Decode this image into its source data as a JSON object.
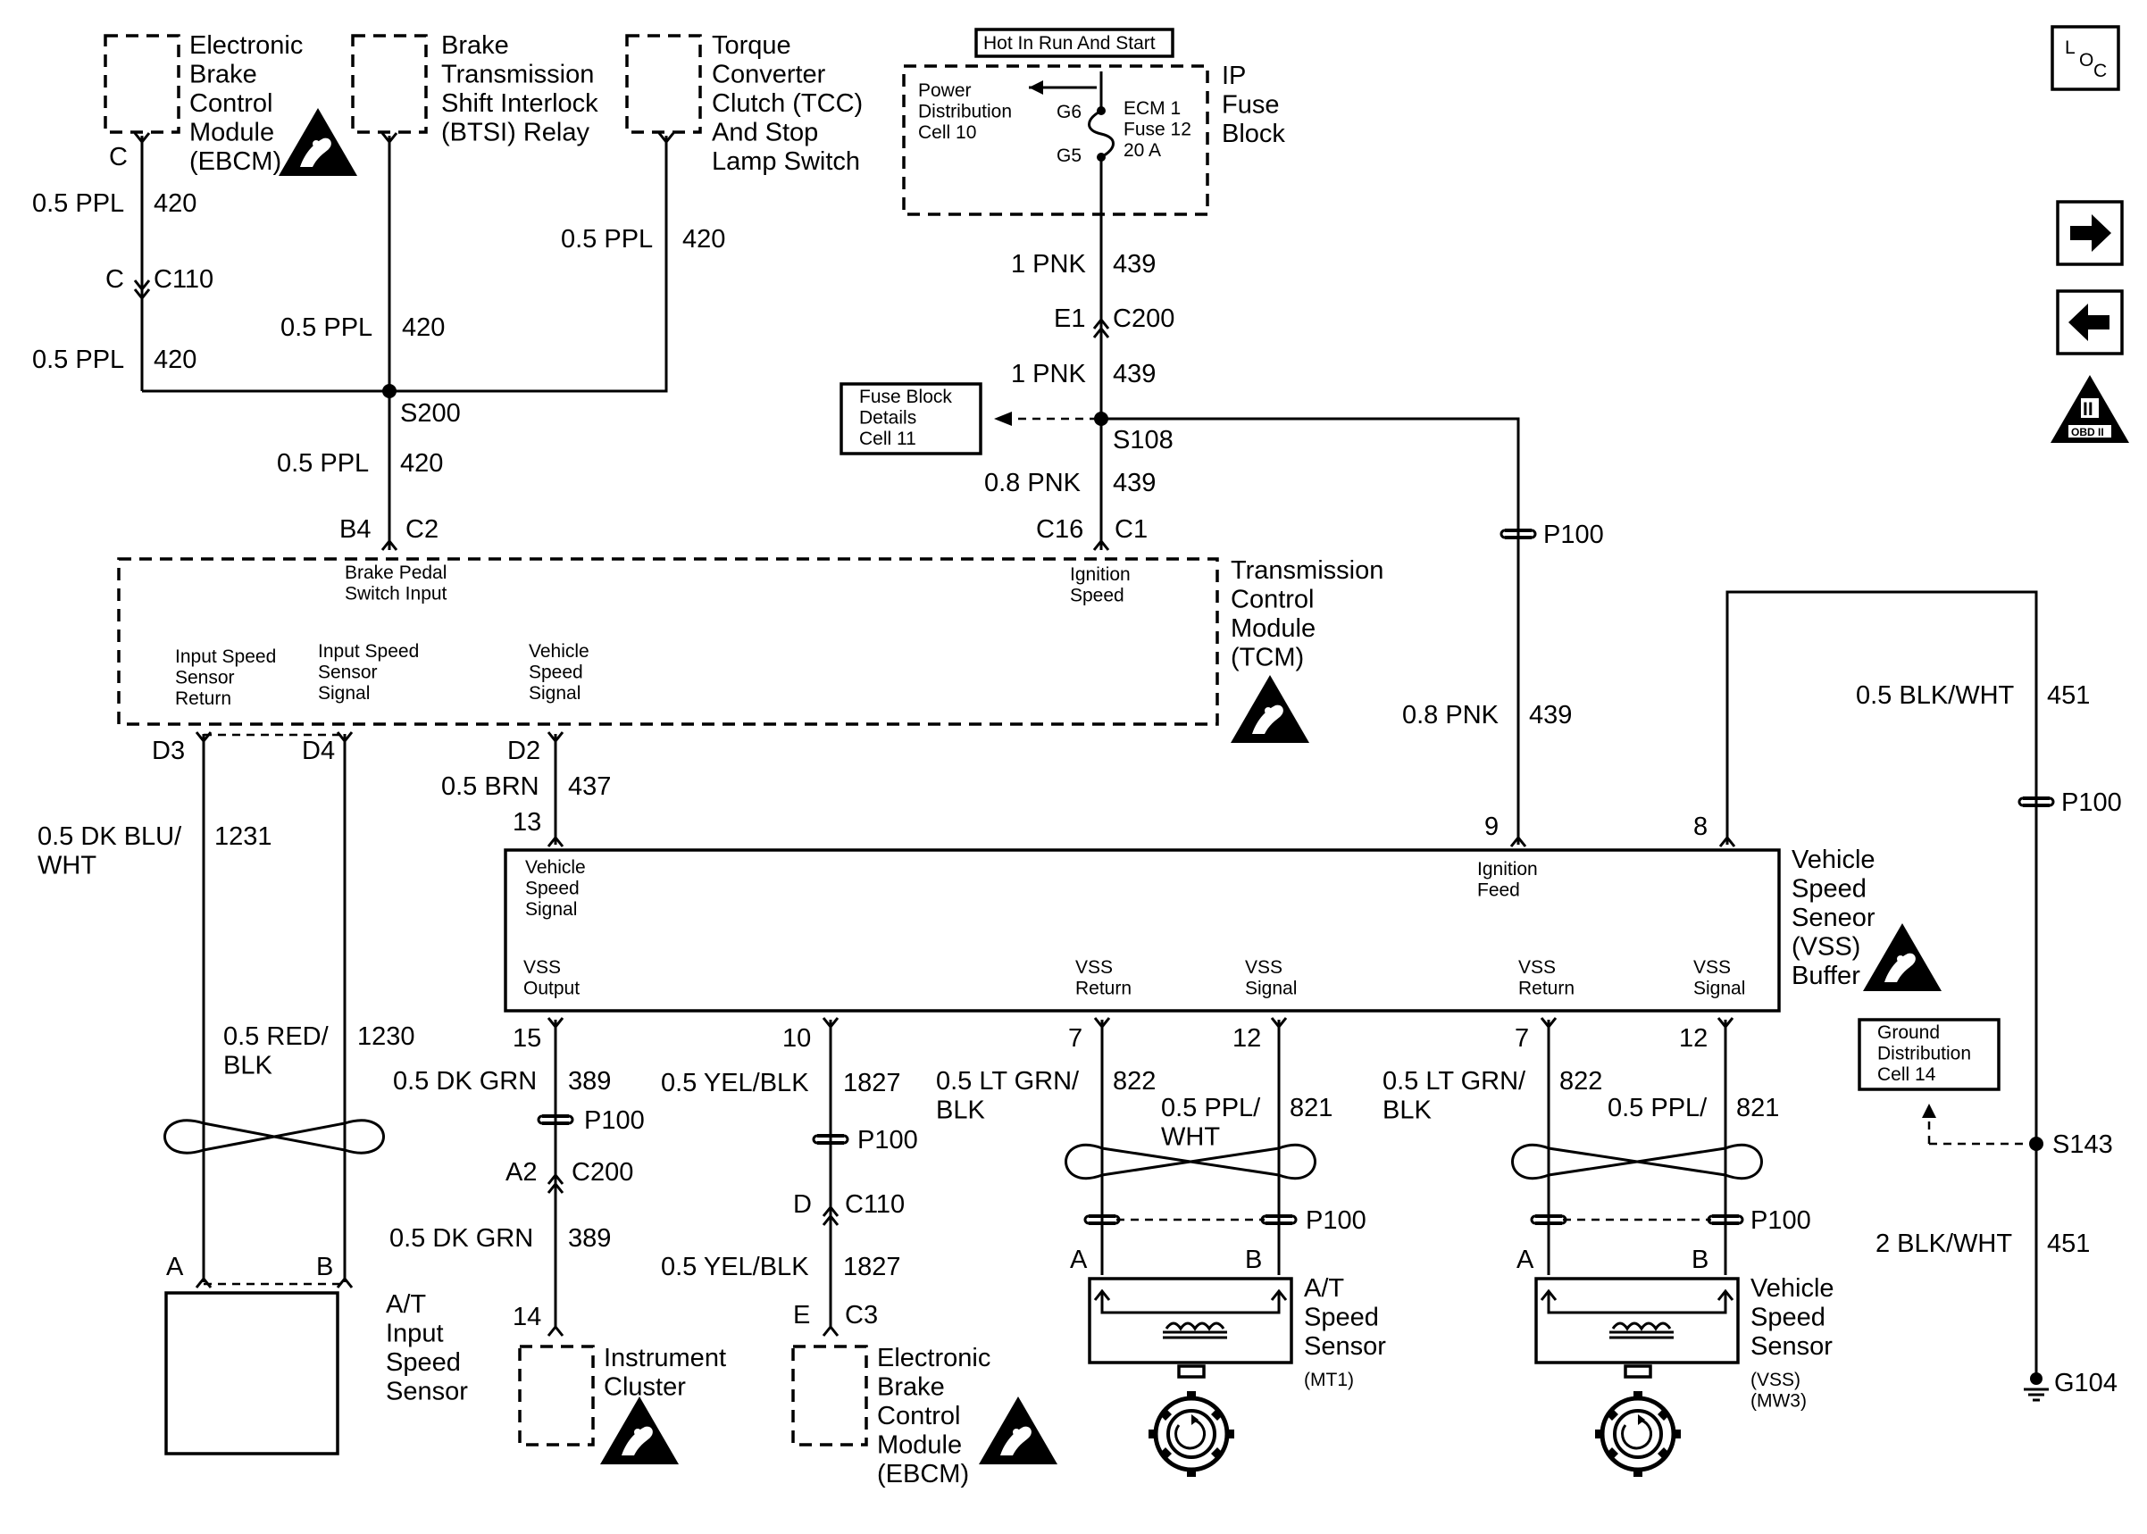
{
  "components": {
    "ebcm_top": "Electronic\nBrake\nControl\nModule\n(EBCM)",
    "btsi": "Brake\nTransmission\nShift Interlock\n(BTSI) Relay",
    "tcc": "Torque\nConverter\nClutch (TCC)\nAnd Stop\nLamp Switch",
    "ip_fuse_block": "IP\nFuse\nBlock",
    "hot_in_run": "Hot In Run And Start",
    "power_dist": "Power\nDistribution\nCell 10",
    "ecm_fuse": "ECM 1\nFuse 12\n20 A",
    "fuse_block_details": "Fuse Block\nDetails\nCell 11",
    "tcm": "Transmission\nControl\nModule\n(TCM)",
    "vss_buffer": "Vehicle\nSpeed\nSeneor\n(VSS)\nBuffer",
    "ground_dist": "Ground\nDistribution\nCell 14",
    "at_input": "A/T\nInput\nSpeed\nSensor",
    "instrument_cluster": "Instrument\nCluster",
    "ebcm_bottom": "Electronic\nBrake\nControl\nModule\n(EBCM)",
    "at_speed": "A/T\nSpeed\nSensor",
    "at_speed_code": "(MT1)",
    "vss_sensor": "Vehicle\nSpeed\nSensor",
    "vss_sensor_code": "(VSS)\n(MW3)"
  },
  "tcm_pins": {
    "brake_pedal": "Brake Pedal\nSwitch Input",
    "ignition": "Ignition\nSpeed",
    "input_return": "Input Speed\nSensor\nReturn",
    "input_signal": "Input Speed\nSensor\nSignal",
    "vehicle_speed": "Vehicle\nSpeed\nSignal"
  },
  "buffer_pins": {
    "vehicle_speed_signal": "Vehicle\nSpeed\nSignal",
    "ignition_feed": "Ignition\nFeed",
    "vss_output": "VSS\nOutput",
    "vss_return_1": "VSS\nReturn",
    "vss_signal_1": "VSS\nSignal",
    "vss_return_2": "VSS\nReturn",
    "vss_signal_2": "VSS\nSignal"
  },
  "wires": {
    "ppl_05": "0.5 PPL",
    "n420": "420",
    "pnk_1": "1 PNK",
    "pnk_08": "0.8 PNK",
    "n439": "439",
    "brn_05": "0.5 BRN",
    "n437": "437",
    "dkblu_05": "0.5 DK BLU/\nWHT",
    "n1231": "1231",
    "redblk_05": "0.5 RED/\nBLK",
    "n1230": "1230",
    "dkgrn_05": "0.5 DK GRN",
    "n389": "389",
    "yelblk_05": "0.5 YEL/BLK",
    "n1827": "1827",
    "ltgrn_05": "0.5 LT GRN/\nBLK",
    "n822": "822",
    "pplwht_05": "0.5 PPL/\nWHT",
    "ppl_slash_05": "0.5 PPL/",
    "n821": "821",
    "blkwht_05": "0.5 BLK/WHT",
    "blkwht_2": "2 BLK/WHT",
    "n451": "451"
  },
  "connectors": {
    "C": "C",
    "C110": "C110",
    "S200": "S200",
    "B4": "B4",
    "C2": "C2",
    "G6": "G6",
    "G5": "G5",
    "E1": "E1",
    "C200": "C200",
    "S108": "S108",
    "C16": "C16",
    "C1": "C1",
    "P100": "P100",
    "D3": "D3",
    "D4": "D4",
    "D2": "D2",
    "n13": "13",
    "n9": "9",
    "n8": "8",
    "n15": "15",
    "n10": "10",
    "n7": "7",
    "n12": "12",
    "A2": "A2",
    "D": "D",
    "E": "E",
    "C3": "C3",
    "n14": "14",
    "A": "A",
    "B": "B",
    "S143": "S143",
    "G104": "G104"
  },
  "icons": {
    "loc": "LOC",
    "loc_L": "L",
    "loc_O": "O",
    "loc_C": "C",
    "obd": "OBD II",
    "obd_num": "II",
    "esd": "esd-sensitive-icon",
    "next": "arrow-right-icon",
    "prev": "arrow-left-icon"
  }
}
